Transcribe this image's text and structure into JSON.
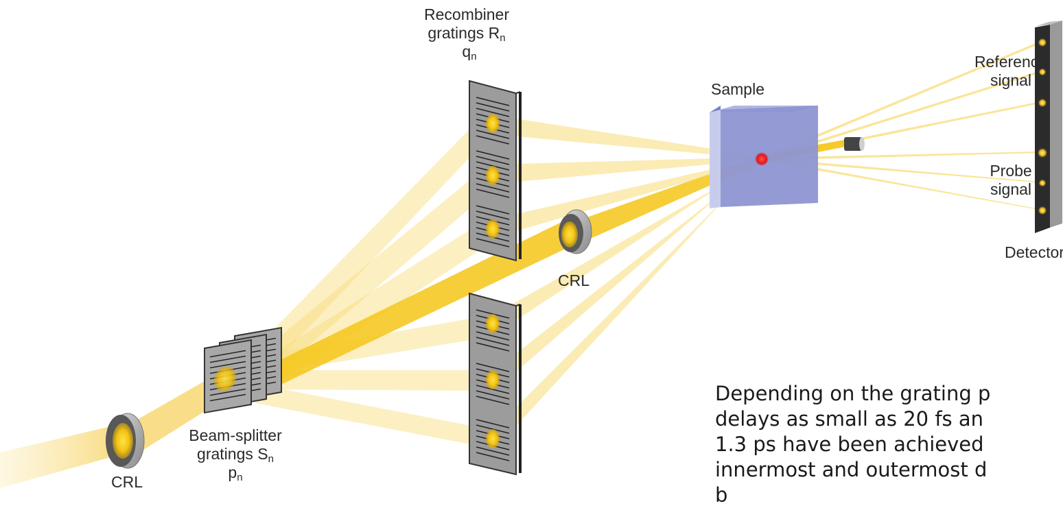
{
  "labels": {
    "recombiner_line1": "Recombiner",
    "recombiner_line2_text": "gratings R",
    "recombiner_line2_sub": "n",
    "recombiner_q_text": "q",
    "recombiner_q_sub": "n",
    "sample": "Sample",
    "reference_line1": "Reference",
    "reference_line2": "signal",
    "probe_line1": "Probe",
    "probe_line2": "signal",
    "detector": "Detector",
    "crl_middle": "CRL",
    "crl_left": "CRL",
    "splitter_line1": "Beam-splitter",
    "splitter_line2_text": "gratings S",
    "splitter_line2_sub": "n",
    "splitter_p_text": "p",
    "splitter_p_sub": "n"
  },
  "caption_lines": [
    "Depending on the grating p",
    "delays as small as 20 fs an",
    "1.3 ps have been achieved",
    "innermost and outermost d",
    "b"
  ],
  "colors": {
    "beam": "#f5c518",
    "beam_light": "#f8dc78",
    "sample_front": "#8e95d2",
    "sample_top": "#b0b6e2",
    "sample_side": "#6e74b6",
    "interaction_spot": "#e82020",
    "detector_face": "#2b2b2b",
    "detector_side": "#9a9a9a",
    "grating_panel": "#9c9c9c",
    "crl_ring": "#a6a6a6"
  }
}
